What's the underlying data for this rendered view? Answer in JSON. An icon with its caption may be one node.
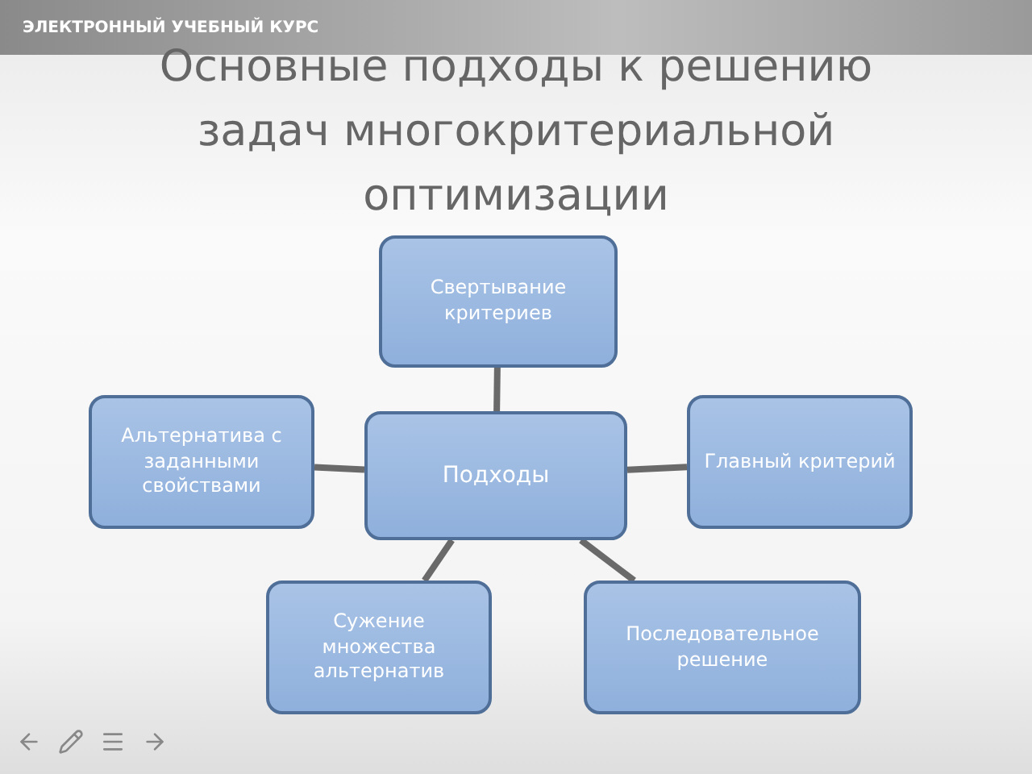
{
  "diagram": {
    "title": "Основные подходы к решению задач многокритериальной оптимизации",
    "nodes": [
      {
        "text": [
          "Свертывание критериев"
        ]
      },
      {
        "text": [
          "Альтернатива с заданными свойствами"
        ]
      },
      {
        "text": [
          "Подходы"
        ]
      },
      {
        "text": [
          "Главный критерий"
        ]
      },
      {
        "text": [
          "Сужение множества альтернатив"
        ]
      },
      {
        "text": [
          "Последовательное решение"
        ]
      }
    ],
    "edges": [
      {
        "from": 2,
        "to": 0,
        "arrow": "none"
      },
      {
        "from": 2,
        "to": 1,
        "arrow": "none"
      },
      {
        "from": 2,
        "to": 3,
        "arrow": "none"
      },
      {
        "from": 2,
        "to": 4,
        "arrow": "none"
      },
      {
        "from": 2,
        "to": 5,
        "arrow": "none"
      }
    ],
    "labels": [
      "ЭЛЕКТРОННЫЙ УЧЕБНЫЙ КУРС"
    ]
  }
}
